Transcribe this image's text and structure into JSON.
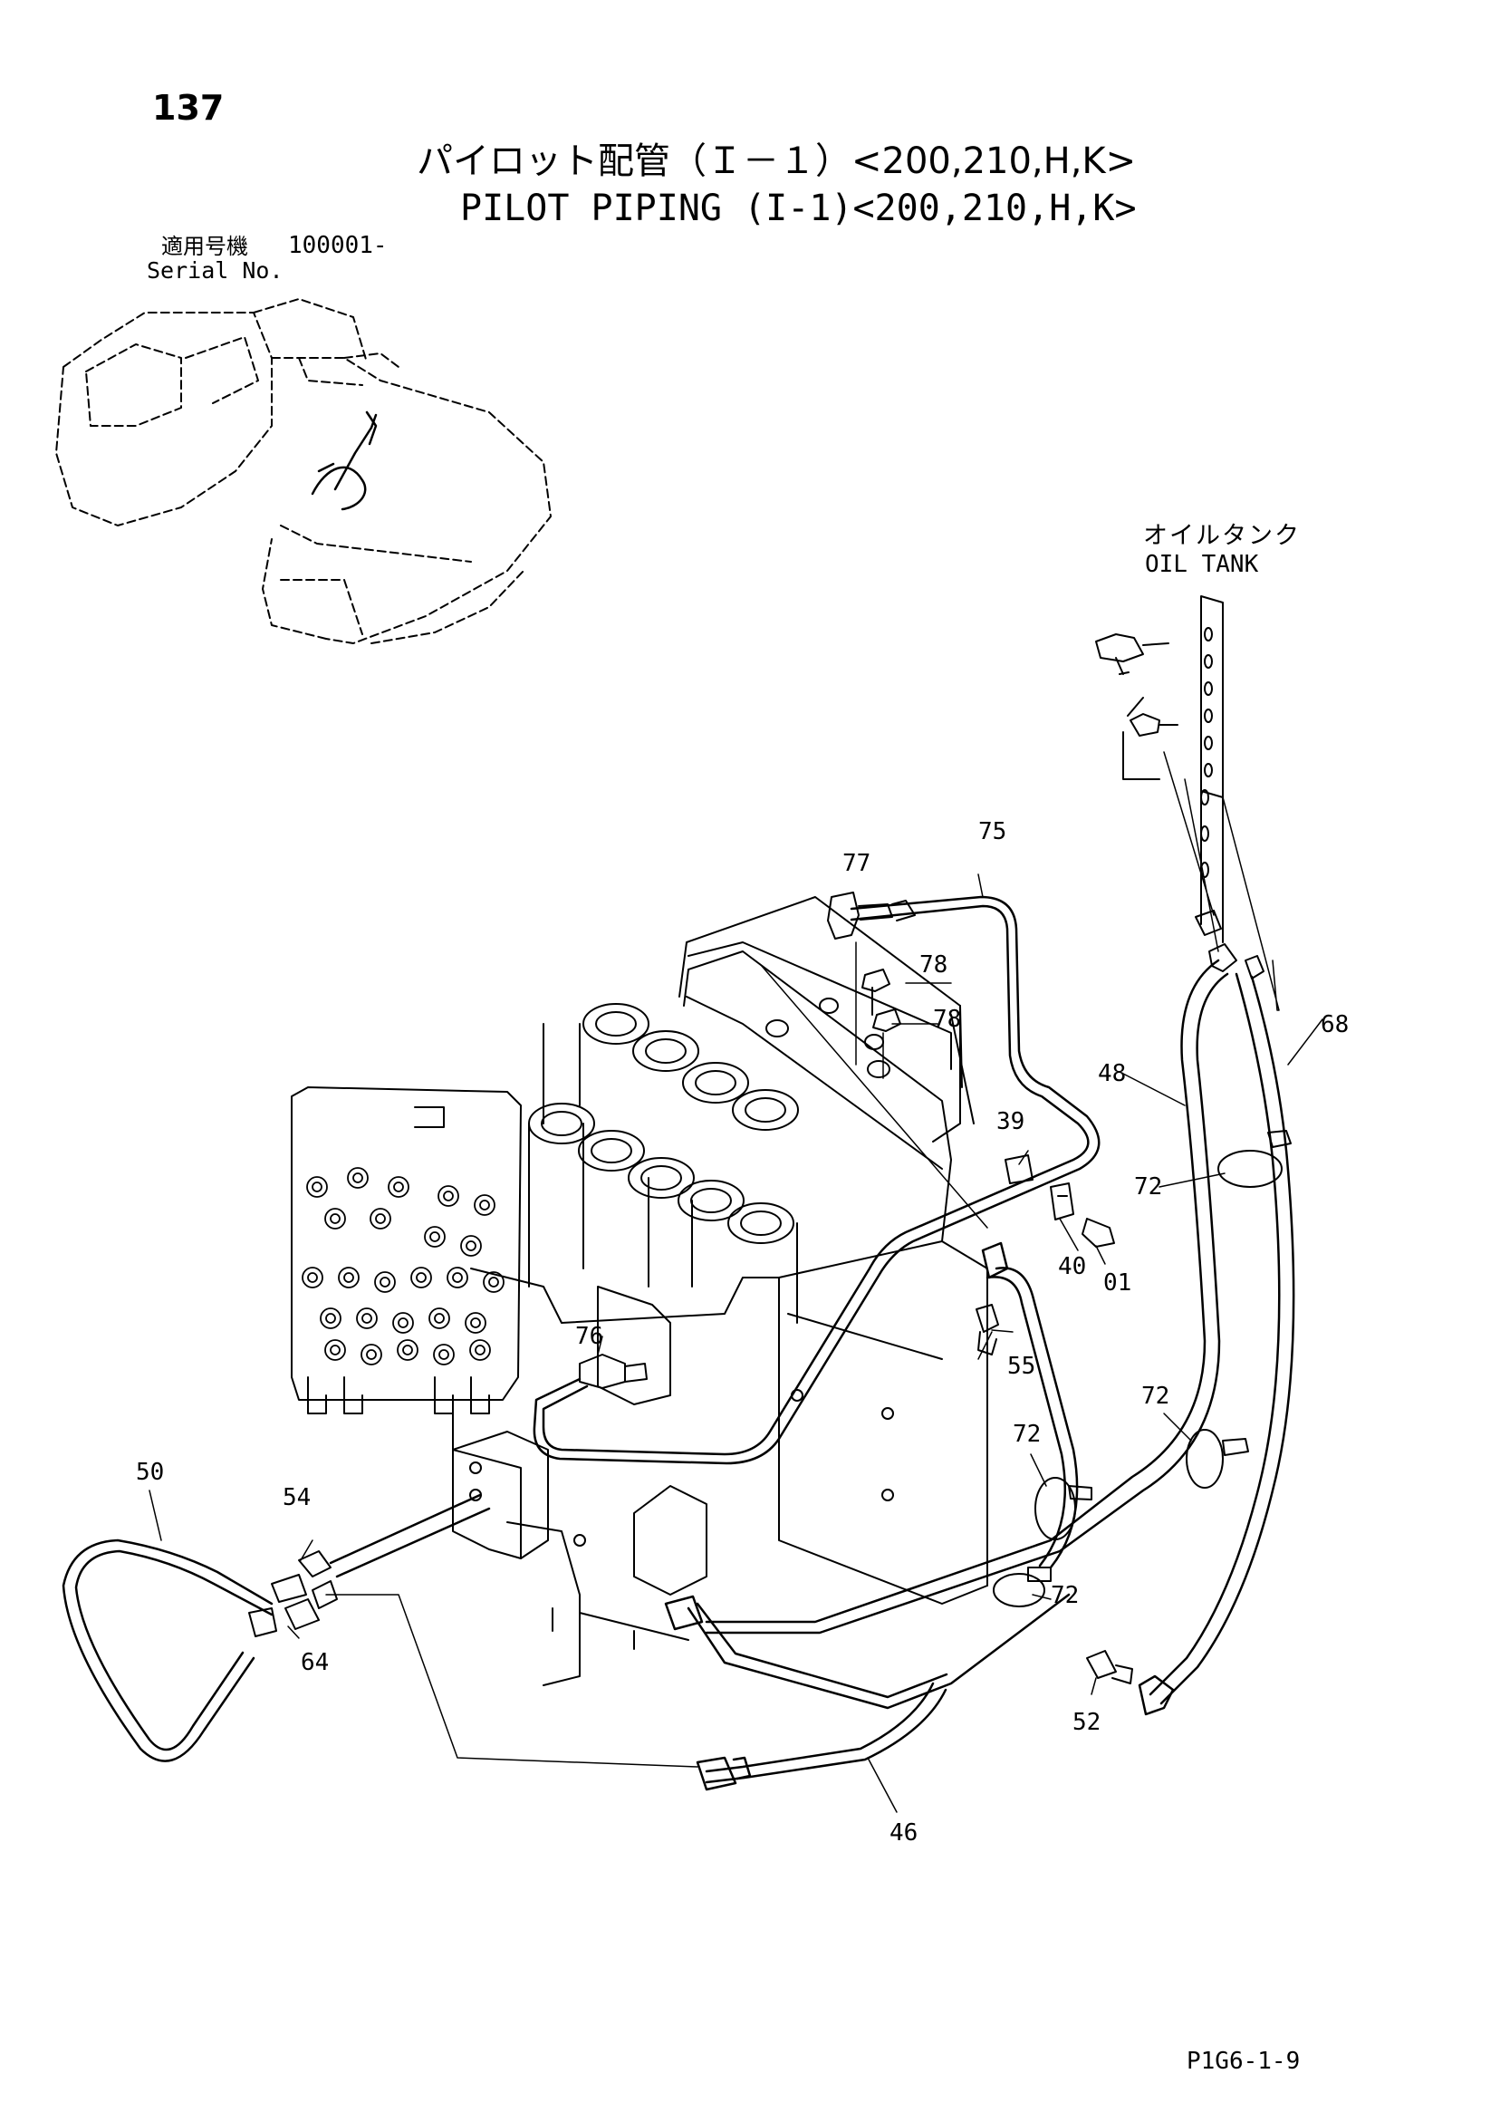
{
  "page_number": "137",
  "title_ja": "パイロット配管（Ｉ－１）<200,210,H,K>",
  "title_en": "PILOT PIPING (I-1)<200,210,H,K>",
  "serial": {
    "label_ja": "適用号機",
    "value": "100001-",
    "label_en": "Serial No."
  },
  "oil_tank": {
    "label_ja": "オイルタンク",
    "label_en": "OIL TANK"
  },
  "drawing_code": "P1G6-1-9",
  "part_labels": {
    "p77": "77",
    "p75": "75",
    "p78a": "78",
    "p78b": "78",
    "p68": "68",
    "p48": "48",
    "p39": "39",
    "p72a": "72",
    "p40": "40",
    "p01": "01",
    "p76": "76",
    "p55": "55",
    "p72b": "72",
    "p72c": "72",
    "p50": "50",
    "p54": "54",
    "p72d": "72",
    "p64": "64",
    "p52": "52",
    "p46": "46"
  }
}
